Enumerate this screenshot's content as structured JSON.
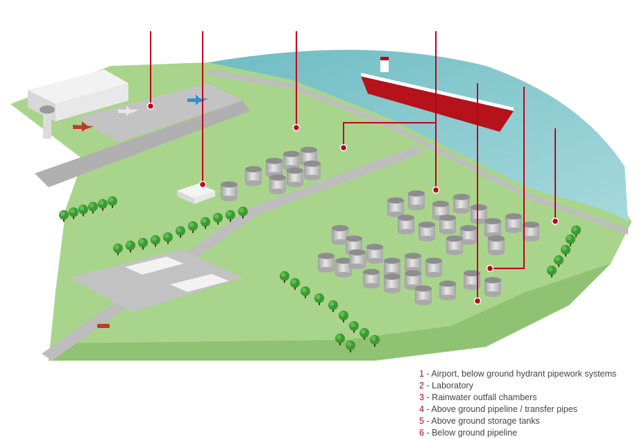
{
  "colors": {
    "background": "#ffffff",
    "ground": "#a9d48c",
    "ground_dark": "#8fc273",
    "road": "#bdbdbd",
    "water": "#86c7cc",
    "tank": "#c9c9c9",
    "tank_top": "#8f8f8f",
    "tree": "#3d9b35",
    "callout_line": "#c0001a",
    "legend_number": "#c0001a",
    "legend_text": "#444444"
  },
  "legend": {
    "separator": " - ",
    "items": [
      {
        "number": "1",
        "text": "Airport, below ground hydrant pipework systems"
      },
      {
        "number": "2",
        "text": "Laboratory"
      },
      {
        "number": "3",
        "text": "Rainwater outfall chambers"
      },
      {
        "number": "4",
        "text": "Above ground pipeline / transfer pipes"
      },
      {
        "number": "5",
        "text": "Above ground storage tanks"
      },
      {
        "number": "6",
        "text": "Below ground pipeline"
      }
    ]
  },
  "icons": [
    "control-tower-icon",
    "airplane-icon",
    "oil-tanker-icon",
    "storage-tank-icon",
    "tree-icon",
    "tanker-truck-icon",
    "callout-marker-icon"
  ]
}
